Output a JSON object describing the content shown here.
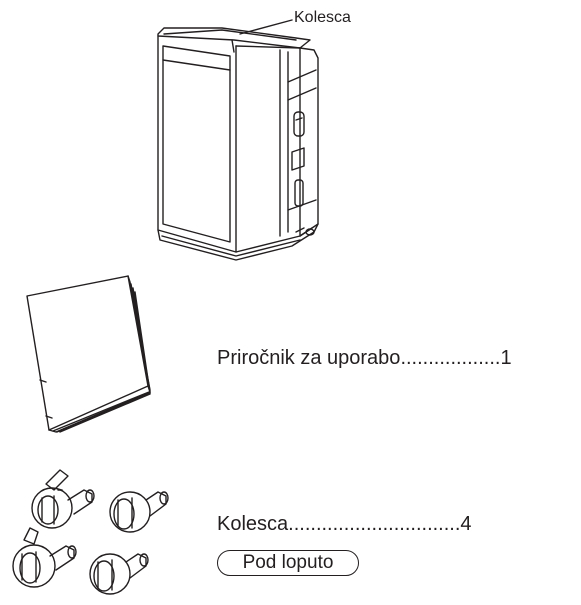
{
  "callout": {
    "label": "Kolesca"
  },
  "items": [
    {
      "name": "Priročnik za uporabo",
      "leader": "..................",
      "page": "1"
    },
    {
      "name": "Kolesca",
      "leader": "...............................",
      "page": "4",
      "note": "Pod loputo"
    }
  ],
  "colors": {
    "line": "#231f20",
    "background": "#ffffff"
  }
}
